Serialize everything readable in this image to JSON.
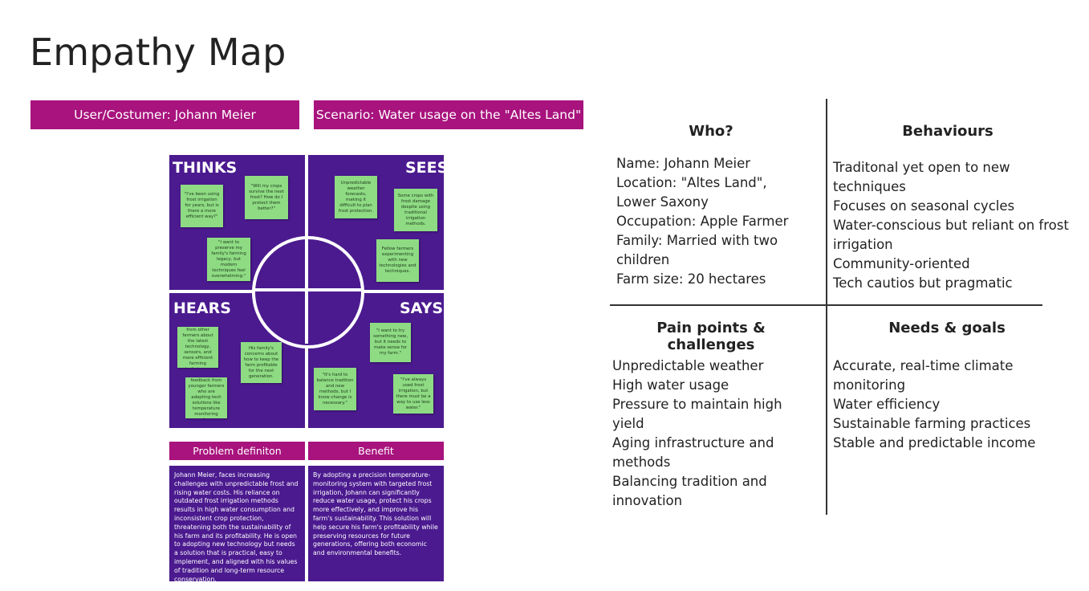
{
  "title": "Empathy Map",
  "banners": {
    "user": "User/Costumer: Johann Meier",
    "scenario": "Scenario: Water usage on the \"Altes Land\""
  },
  "quadrants": {
    "thinks": {
      "label": "THINKS",
      "notes": [
        "\"I've been using frost irrigation for years, but is there a more efficient way?\"",
        "\"Will my crops survive the next frost? How do I protect them better?\"",
        "\"I want to preserve my family's farming legacy, but modern techniques feel overwhelming.\""
      ]
    },
    "sees": {
      "label": "SEES",
      "notes": [
        "Unpredictable weather forecasts, making it difficult to plan frost protection.",
        "Some crops with frost damage despite using traditional irrigation methods.",
        "Fellow farmers experimenting with new technologies and techniques."
      ]
    },
    "hears": {
      "label": "HEARS",
      "notes": [
        "Conversations from other farmers about the latest technology, sensors, and more efficient farming techniques.",
        "His family's concerns about how to keep the farm profitable for the next generation.",
        "Positive feedback from younger farmers who are adopting tech solutions like temperature monitoring systems."
      ]
    },
    "says": {
      "label": "SAYS",
      "notes": [
        "\"I want to try something new, but it needs to make sense for my farm.\"",
        "\"It's hard to balance tradition and new methods, but I know change is necessary.\"",
        "\"I've always used frost irrigation, but there must be a way to use less water.\""
      ]
    }
  },
  "problem": {
    "heading": "Problem definiton",
    "text": "Johann Meier, faces increasing challenges with unpredictable frost and rising water costs. His reliance on outdated frost irrigation methods results in high water consumption and inconsistent crop protection, threatening both the sustainability of his farm and its profitability. He is open to adopting new technology but needs a solution that is practical, easy to implement, and aligned with his values of tradition and long-term resource conservation."
  },
  "benefit": {
    "heading": "Benefit",
    "text": "By adopting a precision temperature-monitoring system with targeted frost irrigation, Johann can significantly reduce water usage, protect his crops more effectively, and improve his farm's sustainability. This solution will help secure his farm's profitability while preserving resources for future generations, offering both economic and environmental benefits."
  },
  "who": {
    "title": "Who?",
    "items": [
      "Name: Johann Meier",
      "Location: \"Altes Land\", Lower Saxony",
      "Occupation: Apple Farmer",
      "Family: Married with two children",
      "Farm size: 20 hectares"
    ]
  },
  "behaviours": {
    "title": "Behaviours",
    "items": [
      "Traditonal yet open to new techniques",
      "Focuses on seasonal cycles",
      "Water-conscious but reliant on frost irrigation",
      "Community-oriented",
      "Tech cautios but pragmatic"
    ]
  },
  "pain_points": {
    "title": "Pain points & challenges",
    "items": [
      "Unpredictable weather",
      "High water usage",
      "Pressure to maintain high yield",
      "Aging infrastructure and methods",
      "Balancing tradition and innovation"
    ]
  },
  "needs": {
    "title": "Needs & goals",
    "items": [
      "Accurate, real-time climate monitoring",
      "Water efficiency",
      "Sustainable farming practices",
      "Stable and predictable income"
    ]
  },
  "colors": {
    "magenta": "#a8137d",
    "purple": "#4b1a8f",
    "sticky_green": "#8edb84"
  }
}
